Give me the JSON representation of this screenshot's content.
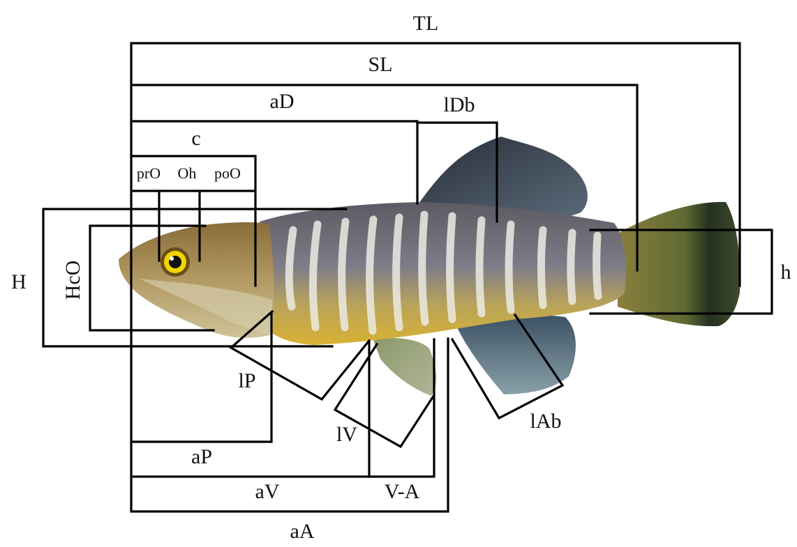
{
  "labels": {
    "TL": "TL",
    "SL": "SL",
    "aD": "aD",
    "lDb": "lDb",
    "c": "c",
    "prO": "prO",
    "Oh": "Oh",
    "poO": "poO",
    "H": "H",
    "HcO": "HcO",
    "h": "h",
    "lP": "lP",
    "lV": "lV",
    "lAb": "lAb",
    "aP": "aP",
    "aV": "aV",
    "V_A": "V-A",
    "aA": "aA"
  },
  "colors": {
    "line": "#000000",
    "background": "#ffffff",
    "body_dark": "#4e4a57",
    "body_belly": "#d9b43c",
    "head": "#a48a55",
    "stripe": "#e8e6dd",
    "fin": "#3b4756",
    "tail_base": "#7a7438",
    "tail_band": "#2d3a26",
    "eye_ring": "#f2d400"
  }
}
